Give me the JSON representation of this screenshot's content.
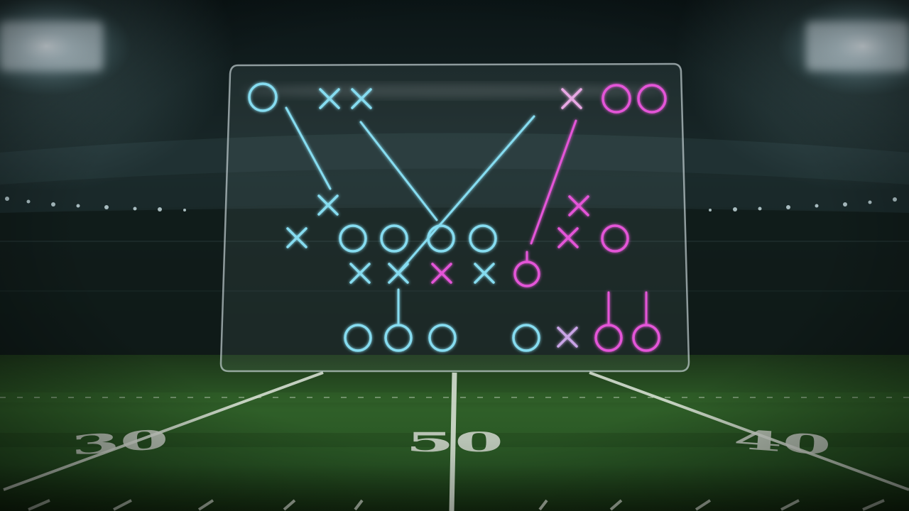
{
  "field": {
    "yard_numbers": [
      {
        "id": "left",
        "text": "30"
      },
      {
        "id": "center",
        "text": "50"
      },
      {
        "id": "right",
        "text": "40"
      }
    ]
  },
  "colors": {
    "offense": "#86dcf0",
    "defense": "#e455d8",
    "board_edge": "#c9d4d6",
    "turf": "#2d5a25",
    "stadium_light": "#e8f6ff"
  },
  "play_diagram": {
    "icons": [
      "circle",
      "x-mark",
      "route-line"
    ]
  }
}
